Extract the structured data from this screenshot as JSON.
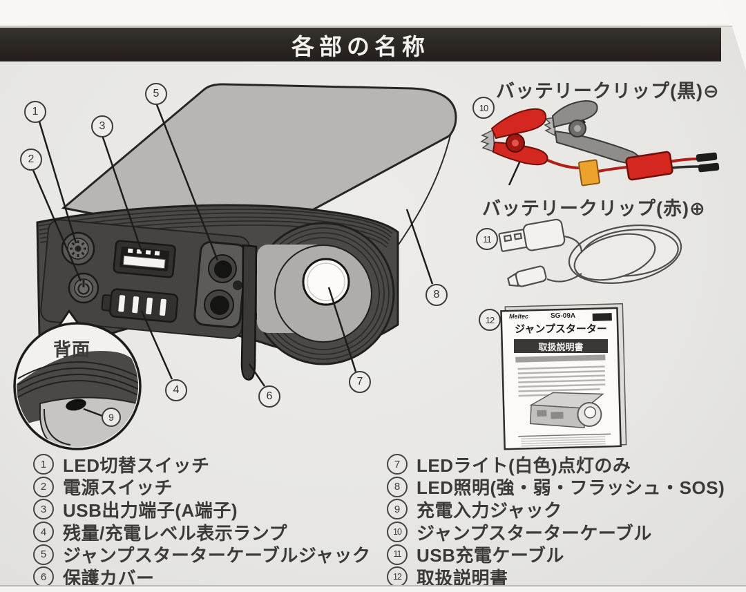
{
  "title": "各部の名称",
  "inset": {
    "label": "背面"
  },
  "accessory_labels": {
    "clip_black": "バッテリークリップ(黒)⊖",
    "clip_red": "バッテリークリップ(赤)⊕"
  },
  "booklet": {
    "brand": "Meltec",
    "model": "SG-09A",
    "title": "ジャンプスターター",
    "subtitle": "取扱説明書"
  },
  "callouts": [
    "1",
    "2",
    "3",
    "4",
    "5",
    "6",
    "7",
    "8",
    "9",
    "10",
    "11",
    "12"
  ],
  "legend": {
    "left": [
      {
        "num": "1",
        "label": "LED切替スイッチ"
      },
      {
        "num": "2",
        "label": "電源スイッチ"
      },
      {
        "num": "3",
        "label": "USB出力端子(A端子)"
      },
      {
        "num": "4",
        "label": "残量/充電レベル表示ランプ"
      },
      {
        "num": "5",
        "label": "ジャンプスターターケーブルジャック"
      },
      {
        "num": "6",
        "label": "保護カバー"
      }
    ],
    "right": [
      {
        "num": "7",
        "label": "LEDライト(白色)点灯のみ"
      },
      {
        "num": "8",
        "label": "LED照明(強・弱・フラッシュ・SOS)"
      },
      {
        "num": "9",
        "label": "充電入力ジャック"
      },
      {
        "num": "10",
        "label": "ジャンプスターターケーブル"
      },
      {
        "num": "11",
        "label": "USB充電ケーブル"
      },
      {
        "num": "12",
        "label": "取扱説明書"
      }
    ]
  }
}
